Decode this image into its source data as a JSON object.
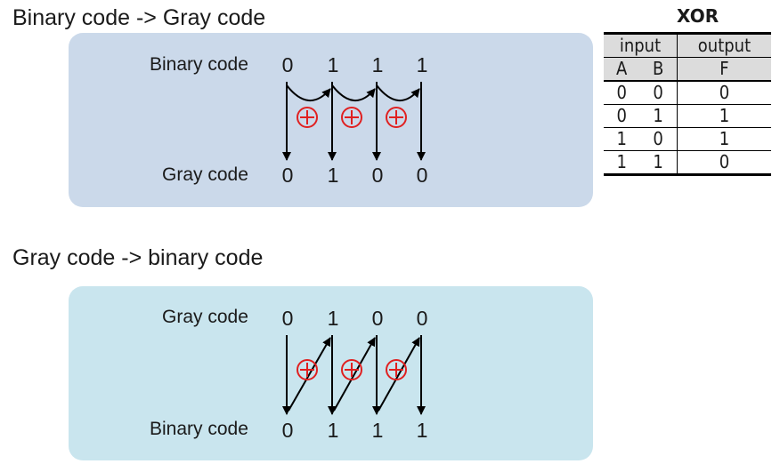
{
  "section1": {
    "heading": "Binary code -> Gray code",
    "top_label": "Binary code",
    "top_bits": [
      "0",
      "1",
      "1",
      "1"
    ],
    "bottom_label": "Gray code",
    "bottom_bits": [
      "0",
      "1",
      "0",
      "0"
    ]
  },
  "section2": {
    "heading": "Gray code -> binary code",
    "top_label": "Gray code",
    "top_bits": [
      "0",
      "1",
      "0",
      "0"
    ],
    "bottom_label": "Binary code",
    "bottom_bits": [
      "0",
      "1",
      "1",
      "1"
    ]
  },
  "xor_table": {
    "title": "XOR",
    "group_input": "input",
    "group_output": "output",
    "col_a": "A",
    "col_b": "B",
    "col_f": "F",
    "rows": [
      [
        "0",
        "0",
        "0"
      ],
      [
        "0",
        "1",
        "1"
      ],
      [
        "1",
        "0",
        "1"
      ],
      [
        "1",
        "1",
        "0"
      ]
    ]
  },
  "colors": {
    "panel1": "#cbd9ea",
    "panel2": "#c9e5ee",
    "xor_symbol": "#e02020",
    "arrow": "#000000"
  },
  "icons": [
    "xor-symbol-icon",
    "arrow-down-icon",
    "curved-arrow-icon",
    "diagonal-arrow-icon"
  ]
}
